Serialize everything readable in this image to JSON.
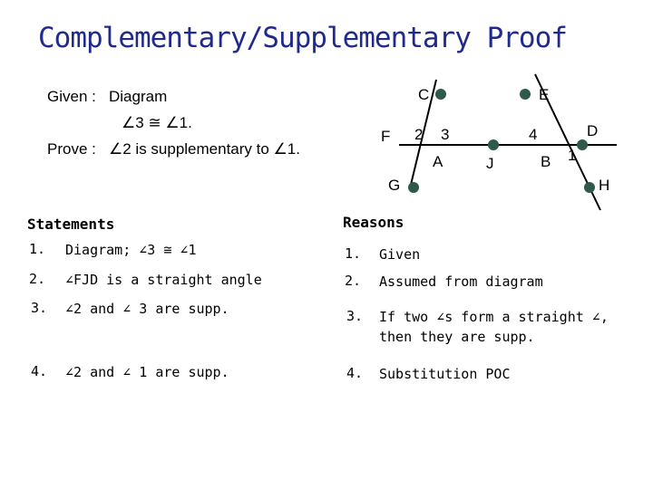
{
  "title": "Complementary/Supplementary Proof",
  "given": {
    "given_label": "Given :",
    "given_value": "Diagram",
    "given_value2": "∠3 ≅ ∠1.",
    "prove_label": "Prove :",
    "prove_value": "∠2 is supplementary to ∠1."
  },
  "diagram": {
    "labels": {
      "C": "C",
      "E": "E",
      "F": "F",
      "two": "2",
      "three": "3",
      "four": "4",
      "D": "D",
      "A": "A",
      "J": "J",
      "B": "B",
      "one": "1",
      "G": "G",
      "H": "H"
    },
    "colors": {
      "point": "#2f5a4a",
      "line": "#000000"
    }
  },
  "proof": {
    "statements_header": "Statements",
    "reasons_header": "Reasons",
    "rows": [
      {
        "num": "1.",
        "statement": "Diagram; ∠3 ≅ ∠1",
        "reason_num": "1.",
        "reason": "Given"
      },
      {
        "num": "2.",
        "statement": "∠FJD is a straight angle",
        "reason_num": "2.",
        "reason": "Assumed from diagram"
      },
      {
        "num": "3.",
        "statement": "∠2 and ∠ 3 are supp.",
        "reason_num": "3.",
        "reason": "If two ∠s form a straight ∠,",
        "reason_line2": "then they are supp."
      },
      {
        "num": "4.",
        "statement": "∠2 and ∠ 1 are supp.",
        "reason_num": "4.",
        "reason": "Substitution POC"
      }
    ]
  },
  "colors": {
    "title": "#1f2a8c"
  }
}
